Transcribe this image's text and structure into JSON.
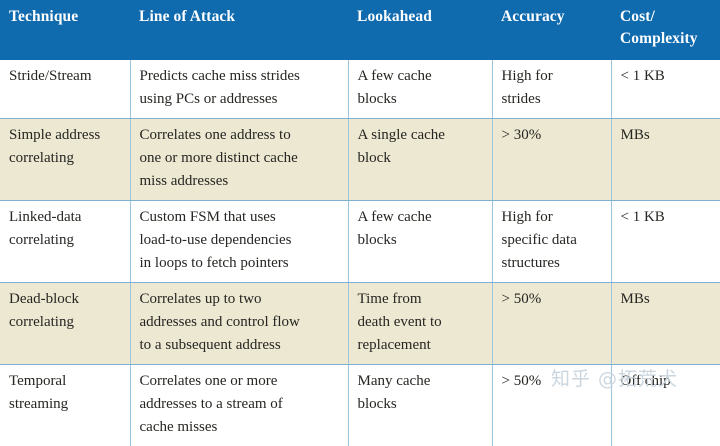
{
  "table": {
    "headers": [
      {
        "lines": [
          "Technique"
        ]
      },
      {
        "lines": [
          "Line of Attack"
        ]
      },
      {
        "lines": [
          "Lookahead"
        ]
      },
      {
        "lines": [
          "Accuracy"
        ]
      },
      {
        "lines": [
          "Cost/",
          "Complexity"
        ]
      }
    ],
    "rows": [
      {
        "shade": "white",
        "cells": [
          {
            "lines": [
              "Stride/Stream"
            ]
          },
          {
            "lines": [
              "Predicts cache miss strides",
              "using PCs or addresses"
            ]
          },
          {
            "lines": [
              "A few cache",
              "blocks"
            ]
          },
          {
            "lines": [
              "High for",
              "strides"
            ]
          },
          {
            "lines": [
              "< 1 KB"
            ]
          }
        ]
      },
      {
        "shade": "beige",
        "cells": [
          {
            "lines": [
              "Simple address",
              "correlating"
            ]
          },
          {
            "lines": [
              "Correlates one address to",
              "one or more distinct cache",
              "miss addresses"
            ]
          },
          {
            "lines": [
              "A single cache",
              "block"
            ]
          },
          {
            "lines": [
              "> 30%"
            ]
          },
          {
            "lines": [
              "MBs"
            ]
          }
        ]
      },
      {
        "shade": "white",
        "cells": [
          {
            "lines": [
              "Linked-data",
              "correlating"
            ]
          },
          {
            "lines": [
              "Custom FSM that uses",
              "load-to-use dependencies",
              "in loops to fetch pointers"
            ]
          },
          {
            "lines": [
              "A few cache",
              "blocks"
            ]
          },
          {
            "lines": [
              "High for",
              "specific data",
              "structures"
            ]
          },
          {
            "lines": [
              "< 1 KB"
            ]
          }
        ]
      },
      {
        "shade": "beige",
        "cells": [
          {
            "lines": [
              "Dead-block",
              "correlating"
            ]
          },
          {
            "lines": [
              "Correlates up to two",
              "addresses and control flow",
              "to a subsequent address"
            ]
          },
          {
            "lines": [
              "Time from",
              "death event to",
              "replacement"
            ]
          },
          {
            "lines": [
              "> 50%"
            ]
          },
          {
            "lines": [
              "MBs"
            ]
          }
        ]
      },
      {
        "shade": "white",
        "cells": [
          {
            "lines": [
              "Temporal",
              "streaming"
            ]
          },
          {
            "lines": [
              "Correlates one or more",
              "addresses to a stream of",
              "cache misses"
            ]
          },
          {
            "lines": [
              "Many cache",
              "blocks"
            ]
          },
          {
            "lines": [
              "> 50%"
            ]
          },
          {
            "lines": [
              "Off chip"
            ]
          }
        ]
      }
    ]
  },
  "watermark": {
    "text": "知乎 @拓荒犬"
  },
  "colors": {
    "header_background": "#0F6AAE",
    "header_text": "#FFFFFF",
    "row_shade_beige": "#EDE8D2",
    "row_shade_white": "#FFFFFF",
    "grid_line": "#7EAED0",
    "body_text": "#262622",
    "watermark_text": "#C9D4DD"
  }
}
